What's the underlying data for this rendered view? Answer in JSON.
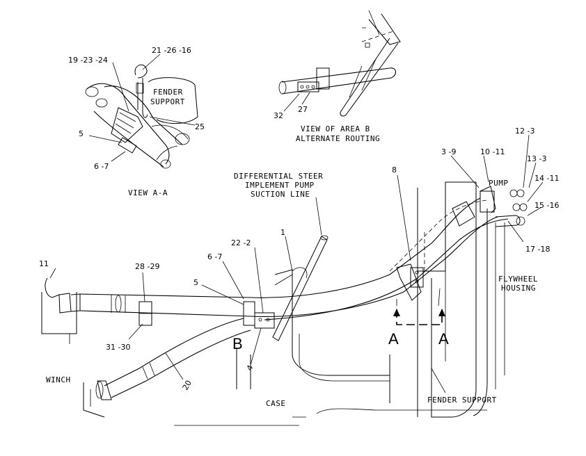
{
  "views": {
    "view_aa": {
      "title": "VIEW A-A",
      "callouts": [
        "19 -23 -24",
        "21 -26 -16",
        "25",
        "5",
        "6 -7"
      ],
      "label_lines": [
        "FENDER",
        "SUPPORT"
      ]
    },
    "view_area_b": {
      "title_lines": [
        "VIEW OF AREA B",
        "ALTERNATE ROUTING"
      ],
      "callouts": [
        "32",
        "27"
      ]
    }
  },
  "main": {
    "line_label_lines": [
      "DIFFERENTIAL STEER",
      "IMPLEMENT PUMP",
      "SUCTION LINE"
    ],
    "callouts": [
      "8",
      "3 -9",
      "10 -11",
      "12 -3",
      "13 -3",
      "14 -11",
      "15 -16",
      "17 -18",
      "1",
      "22 -2",
      "6 -7",
      "5",
      "28 -29",
      "11",
      "31 -30",
      "20",
      "4"
    ],
    "component_labels": {
      "pump": "PUMP",
      "flywheel_lines": [
        "FLYWHEEL",
        "HOUSING"
      ],
      "winch": "WINCH",
      "case": "CASE",
      "fender_support": "FENDER SUPPORT"
    },
    "section_markers": {
      "b": "B",
      "a_left": "A",
      "a_right": "A"
    }
  }
}
